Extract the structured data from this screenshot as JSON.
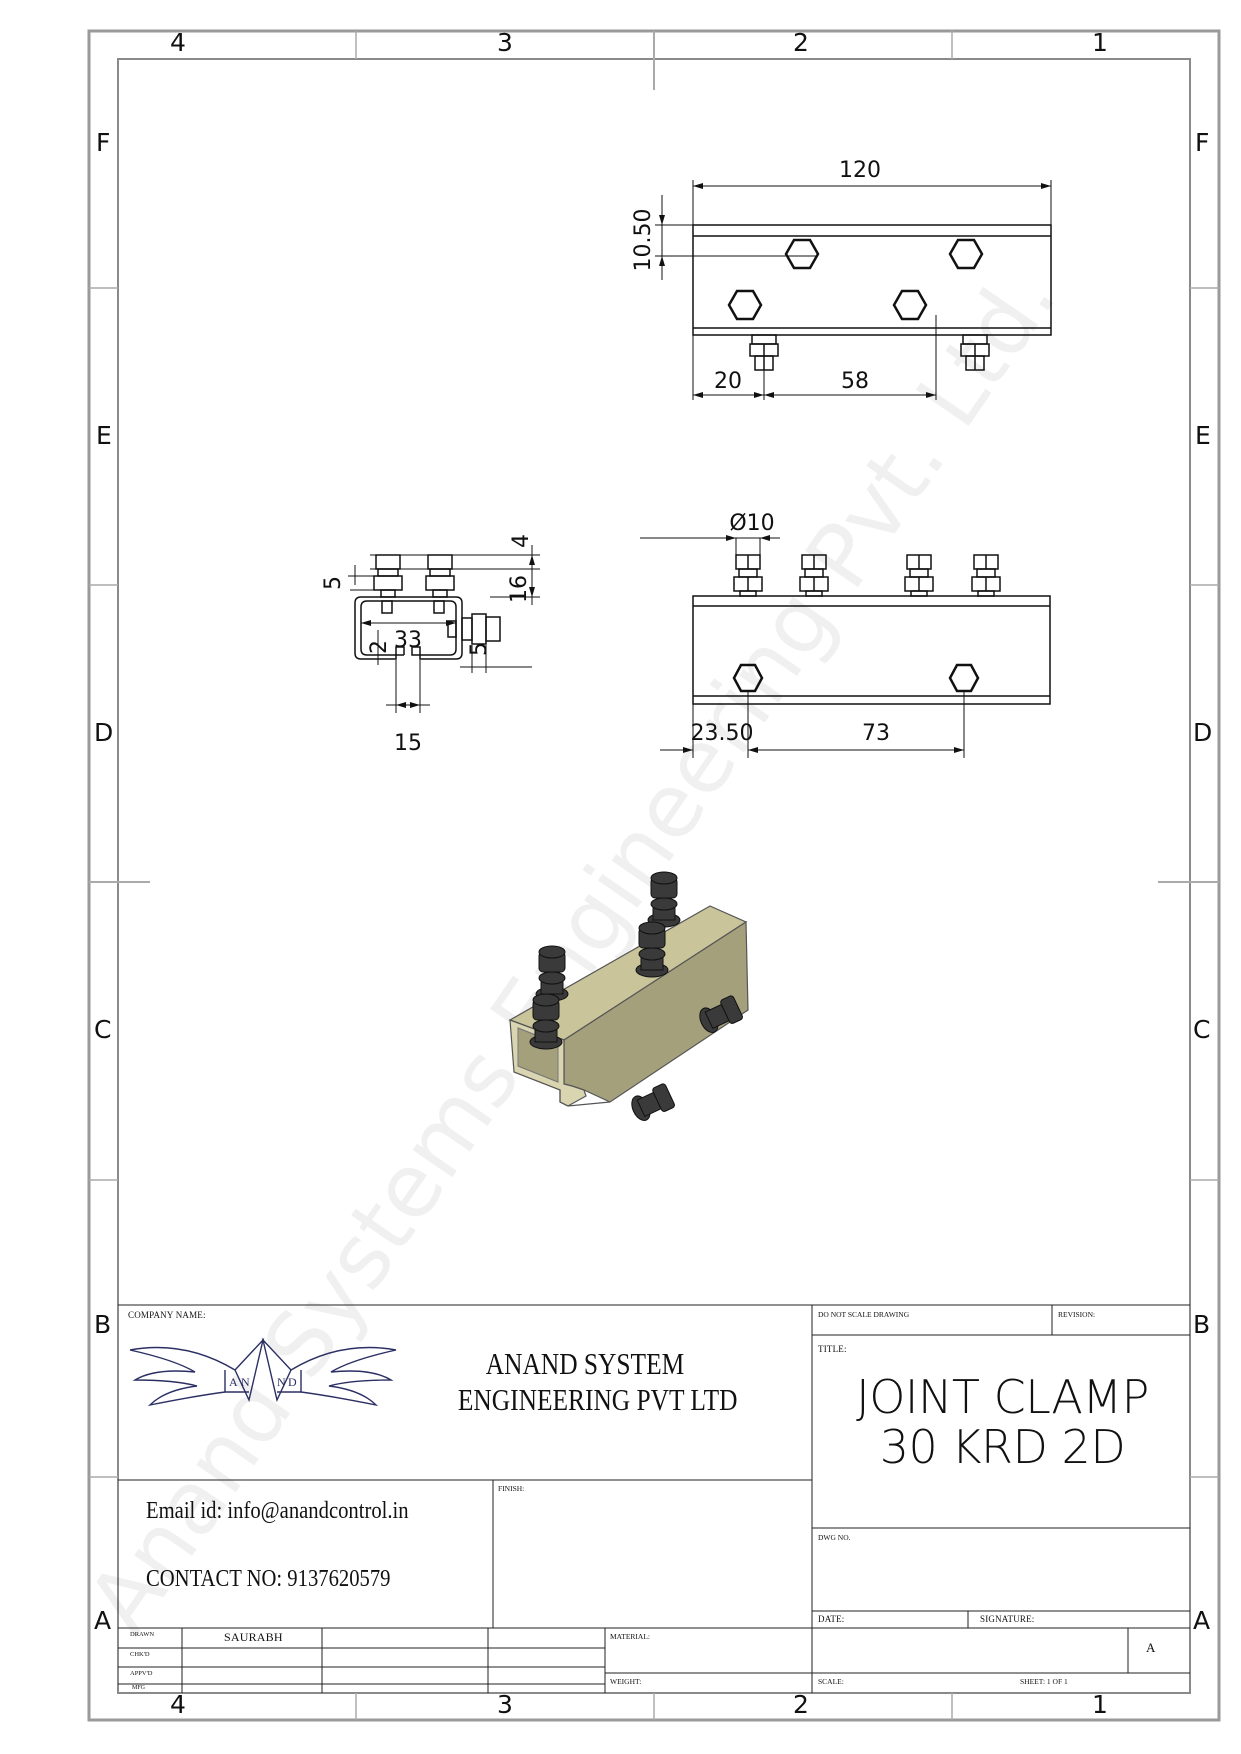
{
  "zones": {
    "columns_top": [
      "4",
      "3",
      "2",
      "1"
    ],
    "columns_bottom": [
      "4",
      "3",
      "2",
      "1"
    ],
    "rows_left": [
      "F",
      "E",
      "D",
      "C",
      "B",
      "A"
    ],
    "rows_right": [
      "F",
      "E",
      "D",
      "C",
      "B",
      "A"
    ]
  },
  "watermark": "Anand Systems Engineering Pvt. Ltd.",
  "dimensions": {
    "top_view": {
      "length": "120",
      "edge_offset": "10.50",
      "bolt_offset": "20",
      "bolt_spacing": "58"
    },
    "side_view": {
      "bolt_height": "5",
      "nut_height": "4",
      "top_height": "16",
      "inner_width": "33",
      "lip": "2",
      "side_bolt": "5",
      "opening": "15"
    },
    "front_view": {
      "bolt_diameter": "Ø10",
      "end_offset": "23.50",
      "hole_spacing": "73"
    }
  },
  "title_block": {
    "company_name_label": "COMPANY NAME:",
    "logo_letters": [
      "A",
      "N",
      "N",
      "D"
    ],
    "company_name_line1": "ANAND SYSTEM",
    "company_name_line2": "ENGINEERING PVT LTD",
    "do_not_scale": "DO NOT SCALE DRAWING",
    "revision_label": "REVISION:",
    "title_label": "TITLE:",
    "title_line1": "JOINT CLAMP",
    "title_line2": "30 KRD 2D",
    "email": "Email id: info@anandcontrol.in",
    "contact": "CONTACT NO: 9137620579",
    "finish_label": "FINISH:",
    "dwg_no_label": "DWG NO.",
    "date_label": "DATE:",
    "signature_label": "SIGNATURE:",
    "size": "A",
    "drawn_label": "DRAWN",
    "drawn_by": "SAURABH",
    "chkd_label": "CHK'D",
    "appvd_label": "APPV'D",
    "mfg_label": "MFG",
    "material_label": "MATERIAL:",
    "weight_label": "WEIGHT:",
    "scale_label": "SCALE:",
    "sheet": "SHEET: 1 OF 1"
  },
  "colors": {
    "clamp_top": "#c9c49a",
    "clamp_side": "#a4a07c",
    "clamp_inner": "#d9d5b0",
    "bolt": "#3a3a3a",
    "frame": "#999999"
  }
}
